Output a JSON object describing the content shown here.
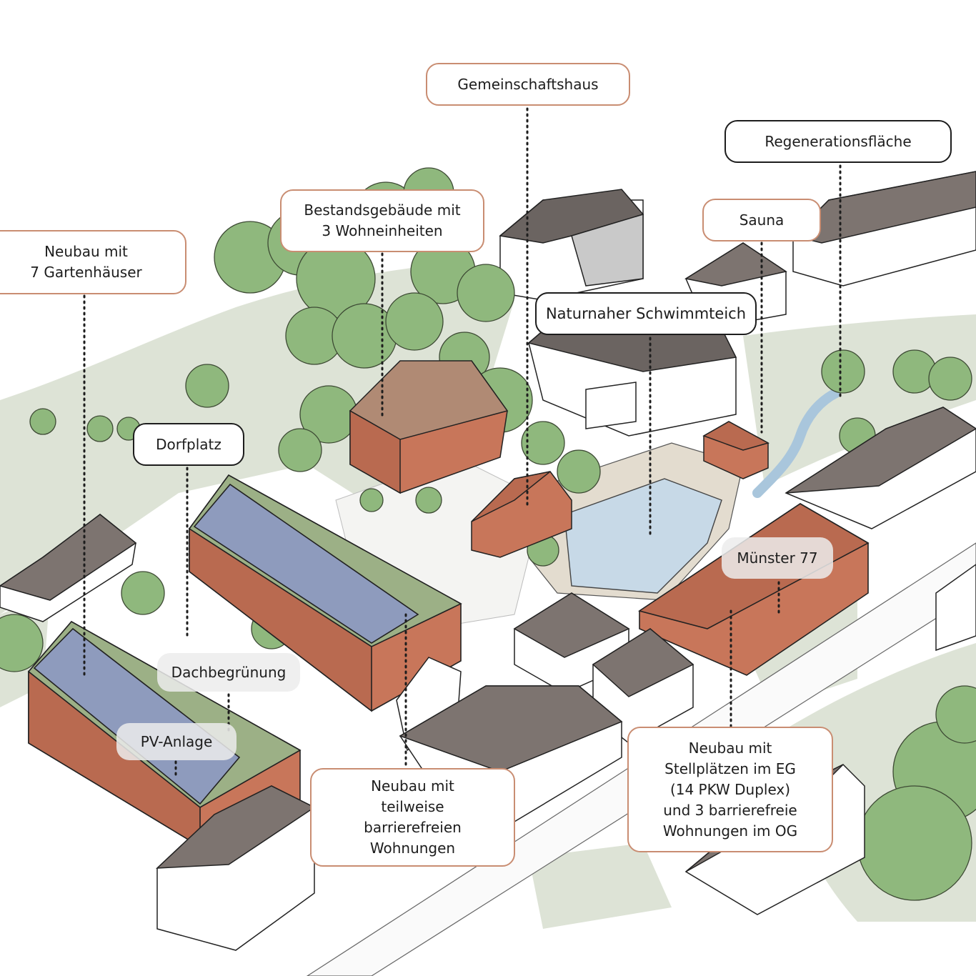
{
  "labels": {
    "gemeinschaftshaus": "Gemeinschaftshaus",
    "regenerationsflaeche": "Regenerationsfläche",
    "bestandsgebaeude": "Bestandsgebäude mit\n3 Wohneinheiten",
    "sauna": "Sauna",
    "neubau_gartenhaeuser": "Neubau mit\n7 Gartenhäuser",
    "schwimmteich": "Naturnaher Schwimmteich",
    "dorfplatz": "Dorfplatz",
    "muenster": "Münster 77",
    "dachbegruenung": "Dachbegrünung",
    "pv_anlage": "PV-Anlage",
    "neubau_barrierefrei": "Neubau mit\nteilweise\nbarrierefreien\nWohnungen",
    "neubau_stellplaetze": "Neubau mit\nStellplätzen im EG\n(14 PKW Duplex)\nund 3 barrierefreie\nWohnungen im OG"
  },
  "colors": {
    "label_border_orange": "#c98d72",
    "label_border_black": "#1d1d1d",
    "new_building_wall": "#c8765a",
    "pv_panel": "#8e9bbd",
    "existing_roof": "#b08a74",
    "green_roof": "#9cb086",
    "neighbour_roof": "#7d7470",
    "tree_green": "#8fb87d",
    "meadow": "#dde3d6",
    "pond": "#c7d9e7"
  }
}
